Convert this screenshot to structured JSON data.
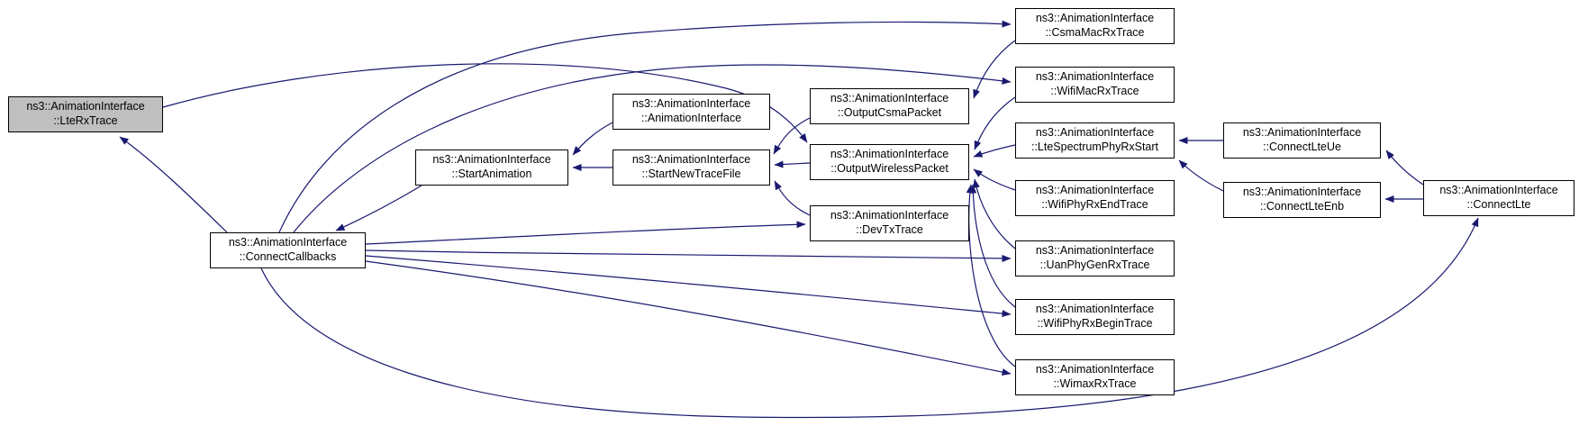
{
  "diagram": {
    "type": "caller-graph",
    "background": "#ffffff",
    "edge_color": "#191970",
    "node_fill": "#ffffff",
    "node_border": "#000000",
    "focal_fill": "#bfbfbf",
    "text_color": "#000000"
  },
  "nodes": [
    {
      "id": "lte-rx-trace",
      "line1": "ns3::AnimationInterface",
      "line2": "::LteRxTrace",
      "focal": true
    },
    {
      "id": "connect-callbacks",
      "line1": "ns3::AnimationInterface",
      "line2": "::ConnectCallbacks",
      "focal": false
    },
    {
      "id": "animation-interface",
      "line1": "ns3::AnimationInterface",
      "line2": "::AnimationInterface",
      "focal": false
    },
    {
      "id": "start-animation",
      "line1": "ns3::AnimationInterface",
      "line2": "::StartAnimation",
      "focal": false
    },
    {
      "id": "start-new-trace-file",
      "line1": "ns3::AnimationInterface",
      "line2": "::StartNewTraceFile",
      "focal": false
    },
    {
      "id": "output-csma-packet",
      "line1": "ns3::AnimationInterface",
      "line2": "::OutputCsmaPacket",
      "focal": false
    },
    {
      "id": "output-wireless-packet",
      "line1": "ns3::AnimationInterface",
      "line2": "::OutputWirelessPacket",
      "focal": false
    },
    {
      "id": "dev-tx-trace",
      "line1": "ns3::AnimationInterface",
      "line2": "::DevTxTrace",
      "focal": false
    },
    {
      "id": "csma-mac-rx-trace",
      "line1": "ns3::AnimationInterface",
      "line2": "::CsmaMacRxTrace",
      "focal": false
    },
    {
      "id": "wifi-mac-rx-trace",
      "line1": "ns3::AnimationInterface",
      "line2": "::WifiMacRxTrace",
      "focal": false
    },
    {
      "id": "lte-spectrum-phy-rx-start",
      "line1": "ns3::AnimationInterface",
      "line2": "::LteSpectrumPhyRxStart",
      "focal": false
    },
    {
      "id": "wifi-phy-rx-end-trace",
      "line1": "ns3::AnimationInterface",
      "line2": "::WifiPhyRxEndTrace",
      "focal": false
    },
    {
      "id": "uan-phy-gen-rx-trace",
      "line1": "ns3::AnimationInterface",
      "line2": "::UanPhyGenRxTrace",
      "focal": false
    },
    {
      "id": "wifi-phy-rx-begin-trace",
      "line1": "ns3::AnimationInterface",
      "line2": "::WifiPhyRxBeginTrace",
      "focal": false
    },
    {
      "id": "wimax-rx-trace",
      "line1": "ns3::AnimationInterface",
      "line2": "::WimaxRxTrace",
      "focal": false
    },
    {
      "id": "connect-lte-ue",
      "line1": "ns3::AnimationInterface",
      "line2": "::ConnectLteUe",
      "focal": false
    },
    {
      "id": "connect-lte-enb",
      "line1": "ns3::AnimationInterface",
      "line2": "::ConnectLteEnb",
      "focal": false
    },
    {
      "id": "connect-lte",
      "line1": "ns3::AnimationInterface",
      "line2": "::ConnectLte",
      "focal": false
    }
  ],
  "edges": [
    {
      "from": "connect-callbacks",
      "to": "lte-rx-trace"
    },
    {
      "from": "start-animation",
      "to": "connect-callbacks"
    },
    {
      "from": "animation-interface",
      "to": "start-animation"
    },
    {
      "from": "start-new-trace-file",
      "to": "start-animation"
    },
    {
      "from": "output-csma-packet",
      "to": "start-new-trace-file"
    },
    {
      "from": "output-wireless-packet",
      "to": "start-new-trace-file"
    },
    {
      "from": "dev-tx-trace",
      "to": "start-new-trace-file"
    },
    {
      "from": "csma-mac-rx-trace",
      "to": "output-csma-packet"
    },
    {
      "from": "wifi-mac-rx-trace",
      "to": "output-wireless-packet"
    },
    {
      "from": "lte-spectrum-phy-rx-start",
      "to": "output-wireless-packet"
    },
    {
      "from": "wifi-phy-rx-end-trace",
      "to": "output-wireless-packet"
    },
    {
      "from": "uan-phy-gen-rx-trace",
      "to": "output-wireless-packet"
    },
    {
      "from": "wifi-phy-rx-begin-trace",
      "to": "output-wireless-packet"
    },
    {
      "from": "wimax-rx-trace",
      "to": "output-wireless-packet"
    },
    {
      "from": "connect-lte-ue",
      "to": "lte-spectrum-phy-rx-start"
    },
    {
      "from": "connect-lte-enb",
      "to": "lte-spectrum-phy-rx-start"
    },
    {
      "from": "connect-lte",
      "to": "connect-lte-ue"
    },
    {
      "from": "connect-lte",
      "to": "connect-lte-enb"
    },
    {
      "from": "connect-callbacks",
      "to": "dev-tx-trace"
    },
    {
      "from": "connect-callbacks",
      "to": "uan-phy-gen-rx-trace"
    },
    {
      "from": "connect-callbacks",
      "to": "wifi-phy-rx-begin-trace"
    },
    {
      "from": "connect-callbacks",
      "to": "wimax-rx-trace"
    },
    {
      "from": "connect-callbacks",
      "to": "csma-mac-rx-trace"
    },
    {
      "from": "connect-callbacks",
      "to": "wifi-mac-rx-trace"
    },
    {
      "from": "lte-rx-trace",
      "to": "output-wireless-packet"
    },
    {
      "from": "connect-callbacks",
      "to": "connect-lte"
    }
  ]
}
